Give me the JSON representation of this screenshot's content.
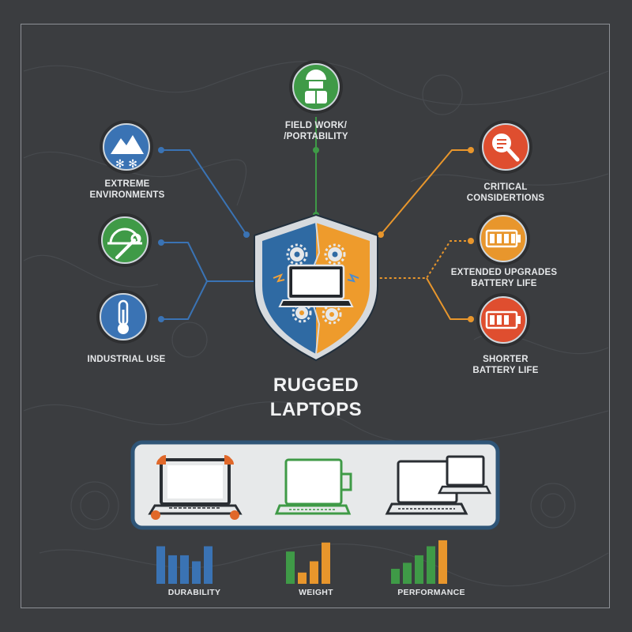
{
  "title_lines": [
    "RUGGED",
    "LAPTOPS"
  ],
  "nodes": {
    "extreme": {
      "lines": [
        "EXTREME",
        "ENVIRONMENTS"
      ],
      "icon": "mountain-snow-icon",
      "color": "#3a73b4"
    },
    "maintenance": {
      "icon": "hardhat-wrench-icon",
      "color": "#3f9a47"
    },
    "industrial": {
      "lines": [
        "INDUSTRIAL USE"
      ],
      "icon": "thermometer-icon",
      "color": "#3a73b4"
    },
    "field": {
      "lines": [
        "FIELD WORK/",
        "/PORTABILITY"
      ],
      "icon": "worker-icon",
      "color": "#3f9a47"
    },
    "critical": {
      "lines": [
        "CRITICAL",
        "CONSIDERTIONS"
      ],
      "icon": "magnifier-icon",
      "color": "#df4e2f"
    },
    "extended": {
      "lines": [
        "EXTENDED UPGRADES",
        "BATTERY LIFE"
      ],
      "icon": "full-battery-icon",
      "color": "#e8962c"
    },
    "shorter": {
      "lines": [
        "SHORTER",
        "BATTERY LIFE"
      ],
      "icon": "low-battery-icon",
      "color": "#df4e2f"
    }
  },
  "colors": {
    "blue": "#3a73b4",
    "green": "#3f9a47",
    "orange": "#e8962c",
    "red": "#df4e2f",
    "navy": "#2f5577"
  },
  "bar_groups": [
    {
      "label": "DURABILITY",
      "color": "#3a73b4",
      "values": [
        5,
        3.8,
        3.8,
        3,
        5
      ]
    },
    {
      "label": "WEIGHT",
      "color_first": "#3f9a47",
      "color": "#e8962c",
      "values": [
        4.3,
        1.5,
        3,
        5.5
      ]
    },
    {
      "label": "PERFORMANCE",
      "color_first": "#3f9a47",
      "color": "#e8962c",
      "values": [
        2,
        2.8,
        3.8,
        5,
        5.8
      ],
      "colors": [
        "#3f9a47",
        "#3f9a47",
        "#3f9a47",
        "#3f9a47",
        "#e8962c"
      ]
    }
  ],
  "laptops": [
    {
      "name": "rugged",
      "icon": "rugged-laptop-icon"
    },
    {
      "name": "lightweight",
      "icon": "lightweight-laptop-icon"
    },
    {
      "name": "performance",
      "icon": "dual-screen-laptop-icon"
    }
  ]
}
